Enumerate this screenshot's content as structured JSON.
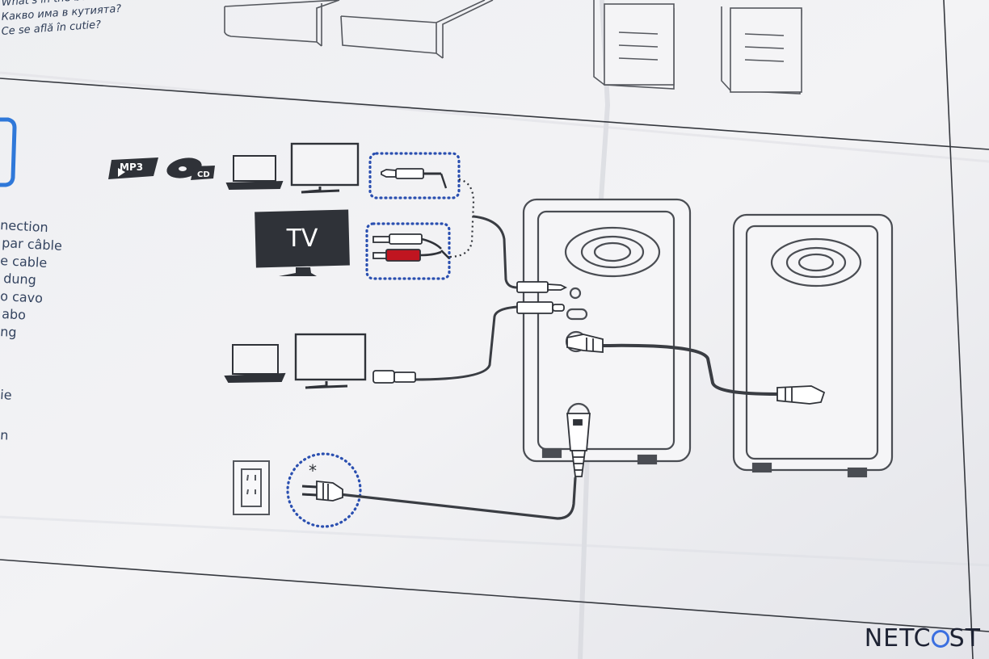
{
  "header_languages": [
    "What's in the box?",
    "Какво има в кутията?",
    "Ce se află în cutie?"
  ],
  "connection_labels": [
    "nection",
    "par câble",
    "e cable",
    "dung",
    "o cavo",
    "abo",
    "ng",
    "ie",
    "n"
  ],
  "tv_label": "TV",
  "mp3_label": "MP3",
  "cd_label": "CD",
  "plug_note": "*",
  "watermark": {
    "prefix": "NETC",
    "suffix": "ST"
  },
  "colors": {
    "paper": "#f4f4f6",
    "ink": "#2f3238",
    "dotted_blue": "#2a4fb0",
    "rca_red": "#c01520",
    "accent_blue": "#2f78d9"
  }
}
